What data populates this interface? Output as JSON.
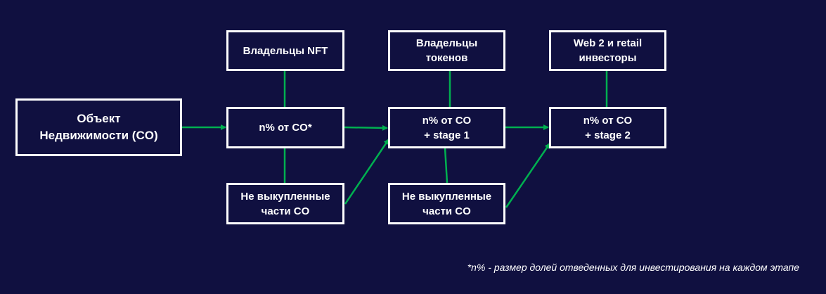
{
  "nodes": {
    "source": [
      "Объект",
      "Недвижимости (CO)"
    ],
    "nft_owners": [
      "Владельцы NFT"
    ],
    "stage0_share": [
      "n% от CO*"
    ],
    "unsold_1": [
      "Не выкупленные",
      "части CO"
    ],
    "token_owners": [
      "Владельцы",
      "токенов"
    ],
    "stage1_share": [
      "n% от CO",
      "+ stage 1"
    ],
    "unsold_2": [
      "Не выкупленные",
      "части CO"
    ],
    "web2_investors": [
      "Web 2 и retail",
      "инвесторы"
    ],
    "stage2_share": [
      "n% от CO",
      "+ stage 2"
    ]
  },
  "footnote": "*n% - размер долей отведенных для инвестирования на каждом этапе",
  "colors": {
    "background": "#101040",
    "connector": "#00b050",
    "box_border": "#ffffff"
  }
}
